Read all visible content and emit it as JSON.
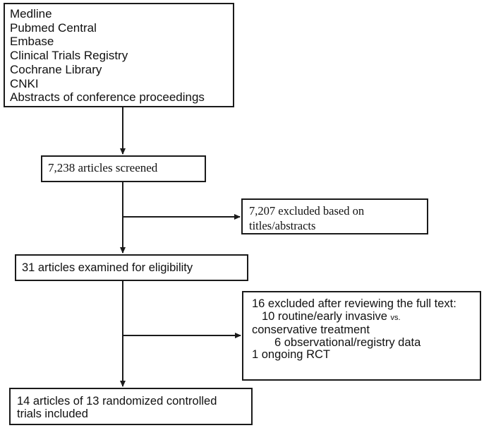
{
  "sources": {
    "items": [
      "Medline",
      "Pubmed Central",
      "Embase",
      "Clinical Trials Registry",
      "Cochrane Library",
      "CNKI",
      "Abstracts of conference proceedings"
    ]
  },
  "screened": {
    "text": "7,238 articles screened"
  },
  "excluded_titles": {
    "line1": "7,207 excluded based on",
    "line2": "titles/abstracts"
  },
  "examined": {
    "text": "31 articles examined for eligibility"
  },
  "excluded_fulltext": {
    "heading": "16 excluded after reviewing the full text:",
    "routine_count_text": "10 routine/early invasive",
    "vs": "vs.",
    "routine_rest": "conservative treatment",
    "observational": "6 observational/registry data",
    "ongoing": "1 ongoing RCT"
  },
  "included": {
    "line1": "14 articles of 13 randomized controlled",
    "line2": "trials included"
  },
  "colors": {
    "stroke": "#1a1a1a",
    "text": "#111111",
    "background": "#ffffff"
  }
}
